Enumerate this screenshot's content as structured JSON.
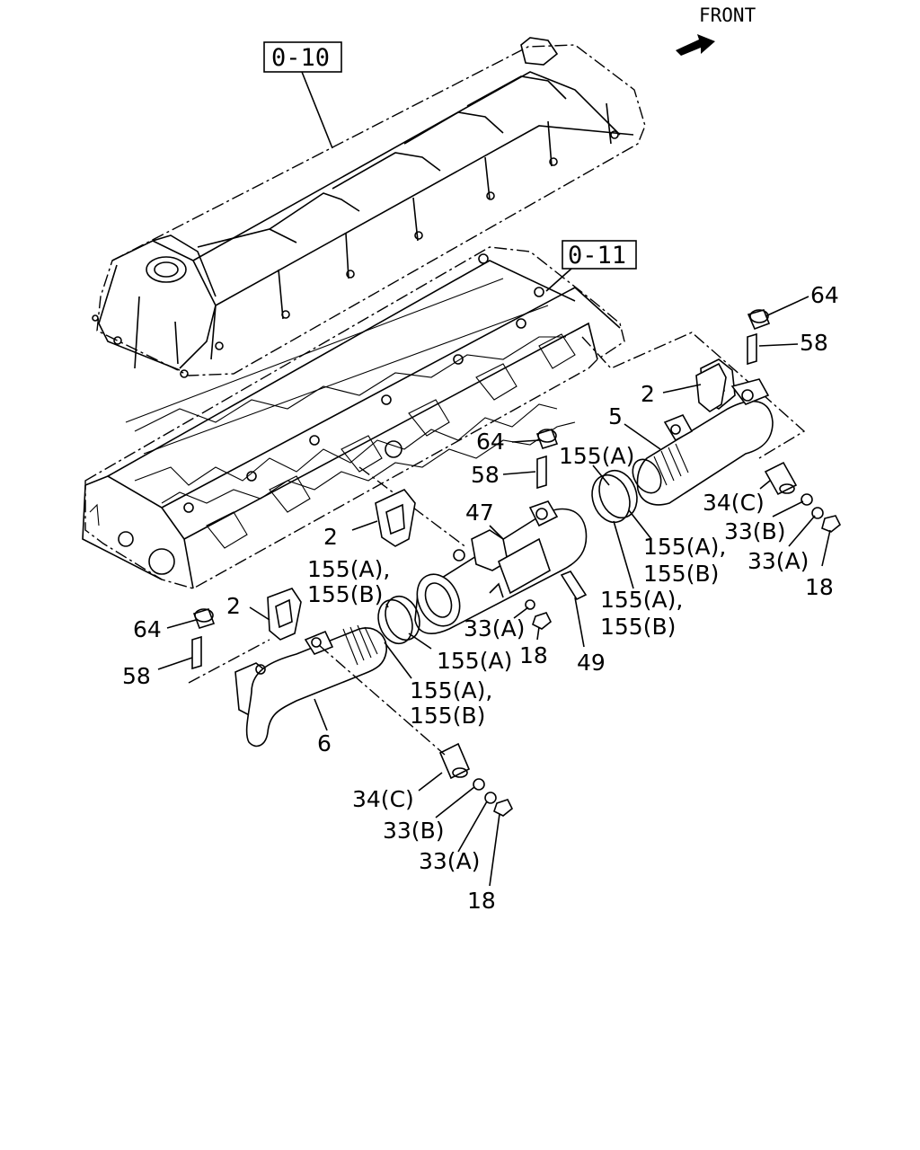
{
  "front_label": "FRONT",
  "ref_boxes": {
    "rocker_cover": "0-10",
    "cylinder_head": "0-11"
  },
  "labels": {
    "p64_top": "64",
    "p58_top": "58",
    "p2_right": "2",
    "p5": "5",
    "p155a_top": "155(A)",
    "p34c_right": "34(C)",
    "p33b_right": "33(B)",
    "p33a_right": "33(A)",
    "p18_right": "18",
    "p155_mid_line1": "155(A),",
    "p155_mid_line2": "155(B)",
    "p155_mid2_line1": "155(A),",
    "p155_mid2_line2": "155(B)",
    "p64_mid": "64",
    "p58_mid": "58",
    "p47": "47",
    "p2_mid": "2",
    "p49": "49",
    "p33a_mid": "33(A)",
    "p18_mid": "18",
    "p155_left_line1": "155(A),",
    "p155_left_line2": "155(B)",
    "p155a_left": "155(A)",
    "p155_low_line1": "155(A),",
    "p155_low_line2": "155(B)",
    "p2_left": "2",
    "p64_left": "64",
    "p58_left": "58",
    "p6": "6",
    "p34c_bottom": "34(C)",
    "p33b_bottom": "33(B)",
    "p33a_bottom": "33(A)",
    "p18_bottom": "18"
  },
  "icons": {
    "front_arrow": "front-arrow-icon"
  }
}
